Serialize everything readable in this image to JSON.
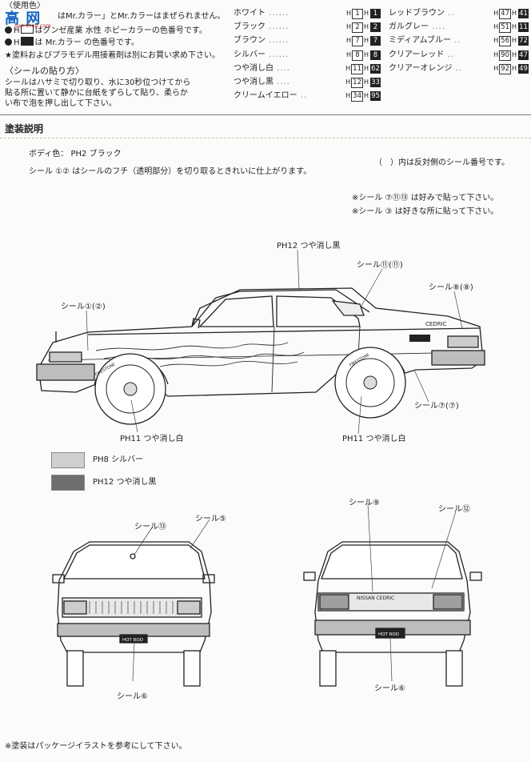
{
  "header": {
    "section_label": "〈使用色〉",
    "logo_text": "高 网",
    "logo_url": "gao.shop.com",
    "line1": "はMr.カラー」とMr.カラーはまぜられません。",
    "line2_prefix": "H",
    "line2": "はグンゼ産業 水性 ホビーカラーの色番号です。",
    "line3_prefix": "H",
    "line3": "は Mr.カラー の色番号です。",
    "line4": "★塗料およびプラモデル用接着剤は別にお買い求め下さい。",
    "sticker_title": "〈シールの貼り方〉",
    "sticker_line1": "シールはハサミで切り取り、水に30秒位つけてから",
    "sticker_line2": "貼る所に置いて静かに台紙をずらして貼り、柔らか",
    "sticker_line3": "い布で泡を押し出して下さい。"
  },
  "colors_left": [
    {
      "name": "ホワイト",
      "h": "1",
      "mr": "1"
    },
    {
      "name": "ブラック",
      "h": "2",
      "mr": "2"
    },
    {
      "name": "ブラウン",
      "h": "7",
      "mr": "7"
    },
    {
      "name": "シルバー",
      "h": "8",
      "mr": "8"
    },
    {
      "name": "つや消し白",
      "h": "11",
      "mr": "62"
    },
    {
      "name": "つや消し黒",
      "h": "12",
      "mr": "33"
    },
    {
      "name": "クリームイエロー",
      "h": "34",
      "mr": "95"
    }
  ],
  "colors_right": [
    {
      "name": "レッドブラウン",
      "h": "47",
      "mr": "41"
    },
    {
      "name": "ガルグレー",
      "h": "51",
      "mr": "11"
    },
    {
      "name": "ミディアムブルー",
      "h": "56",
      "mr": "72"
    },
    {
      "name": "クリアーレッド",
      "h": "90",
      "mr": "47"
    },
    {
      "name": "クリアーオレンジ",
      "h": "92",
      "mr": "49"
    }
  ],
  "painting": {
    "title": "塗装説明",
    "body_color": "ボディ色： PH2 ブラック",
    "note1": "シール ①② はシールのフチ（透明部分）を切り取るときれいに仕上がります。",
    "note_paren": "（　）内は反対側のシール番号です。",
    "note2": "※シール ⑦⑪⑬ は好みで貼って下さい。",
    "note3": "※シール ③ は好きな所に貼って下さい。"
  },
  "side_labels": {
    "roof": "PH12 つや消し黒",
    "s11": "シール⑪(⑪)",
    "s8": "シール⑧(⑧)",
    "s1": "シール①(②)",
    "s7": "シール⑦(⑦)",
    "wheel_front": "PH11 つや消し白",
    "wheel_rear": "PH11 つや消し白",
    "car_badge": "CEDRIC",
    "tire_text": "FIRESTONE"
  },
  "legend": [
    {
      "label": "PH8 シルバー",
      "color": "#cfcfcf"
    },
    {
      "label": "PH12 つや消し黒",
      "color": "#6e6e6e"
    }
  ],
  "front_labels": {
    "s13": "シール⑬",
    "s5": "シール⑤",
    "s6": "シール⑥",
    "plate": "HOT ROD"
  },
  "rear_labels": {
    "s9": "シール⑨",
    "s12": "シール⑫",
    "s6": "シール⑥",
    "plate": "HOT ROD",
    "badge": "NISSAN CEDRIC"
  },
  "footer": {
    "note": "※塗装はパッケージイラストを参考にして下さい。"
  }
}
